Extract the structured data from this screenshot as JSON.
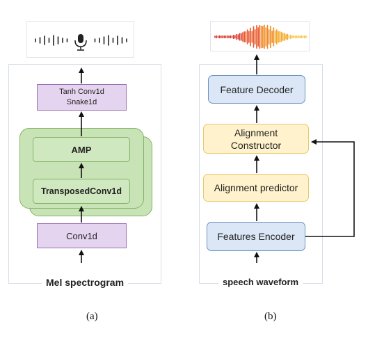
{
  "panel_a": {
    "caption": "(a)",
    "input_label": "Mel spectrogram",
    "boxes": {
      "tanh_line1": "Tanh Conv1d",
      "tanh_line2": "Snake1d",
      "amp": "AMP",
      "transposed": "TransposedConv1d",
      "conv1d": "Conv1d"
    },
    "output_icon": "microphone-waveform-icon"
  },
  "panel_b": {
    "caption": "(b)",
    "output_label": "speech waveform",
    "boxes": {
      "feature_decoder": "Feature Decoder",
      "alignment_constructor_line1": "Alignment",
      "alignment_constructor_line2": "Constructor",
      "alignment_predictor": "Alignment predictor",
      "features_encoder": "Features Encoder"
    },
    "output_icon": "colored-waveform-icon"
  },
  "colors": {
    "purple_fill": "#e5d4ef",
    "blue_fill": "#dbe7f7",
    "yellow_fill": "#fff2cc",
    "green_fill": "#c8e4b6",
    "arrow": "#111111"
  }
}
